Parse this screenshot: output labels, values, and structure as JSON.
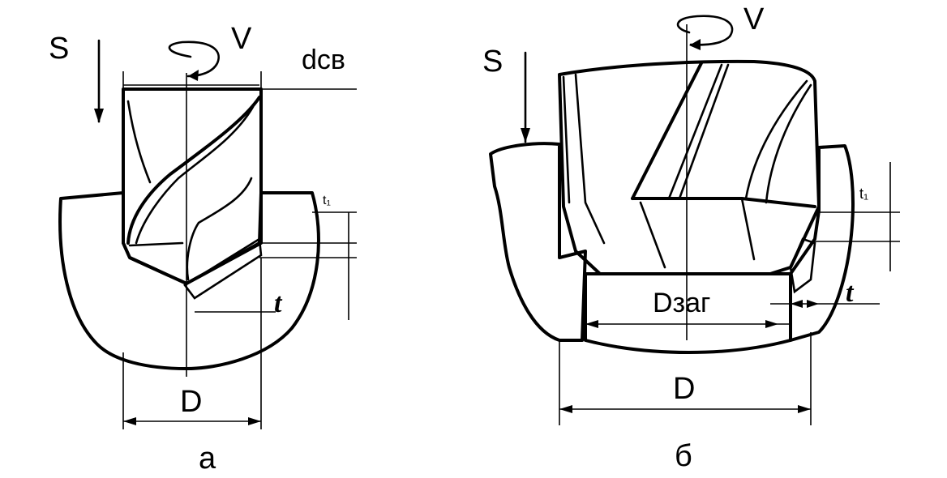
{
  "figure_a": {
    "label_S": "S",
    "label_V": "V",
    "label_dcv": "dсв",
    "label_t": "t",
    "label_t1": "t₁",
    "label_D": "D",
    "caption": "а"
  },
  "figure_b": {
    "label_S": "S",
    "label_V": "V",
    "label_t1": "t₁",
    "label_t": "t",
    "label_Dzag": "Dзаг",
    "label_D": "D",
    "caption": "б"
  }
}
